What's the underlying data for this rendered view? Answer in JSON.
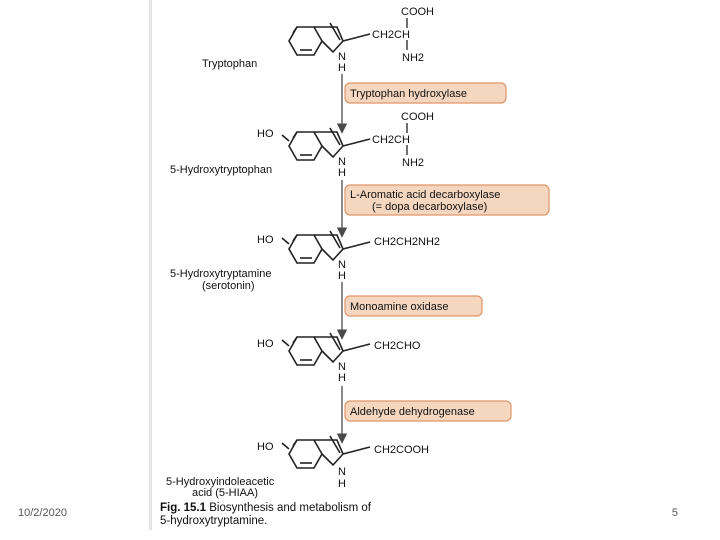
{
  "footer": {
    "date": "10/2/2020",
    "page_number": "5"
  },
  "caption": {
    "label": "Fig. 15.1",
    "line1": "Biosynthesis and metabolism of",
    "line2": "5-hydroxytryptamine."
  },
  "compounds": [
    {
      "name": "Tryptophan",
      "ring_substituent": "",
      "side_chain": "CH2CH",
      "top_group": "COOH",
      "bottom_group": "NH2"
    },
    {
      "name": "5-Hydroxytryptophan",
      "ring_substituent": "HO",
      "side_chain": "CH2CH",
      "top_group": "COOH",
      "bottom_group": "NH2"
    },
    {
      "name": "5-Hydroxytryptamine",
      "name_line2": "(serotonin)",
      "ring_substituent": "HO",
      "side_chain": "CH2CH2NH2"
    },
    {
      "name": "",
      "ring_substituent": "HO",
      "side_chain": "CH2CHO"
    },
    {
      "name": "5-Hydroxyindoleacetic",
      "name_line2": "acid (5-HIAA)",
      "ring_substituent": "HO",
      "side_chain": "CH2COOH"
    }
  ],
  "ring_nitrogen": {
    "n": "N",
    "h": "H"
  },
  "enzymes": [
    {
      "line1": "Tryptophan hydroxylase",
      "line2": ""
    },
    {
      "line1": "L-Aromatic acid decarboxylase",
      "line2": "(= dopa decarboxylase)"
    },
    {
      "line1": "Monoamine oxidase",
      "line2": ""
    },
    {
      "line1": "Aldehyde dehydrogenase",
      "line2": ""
    }
  ],
  "colors": {
    "enzyme_fill": "#f5d7c0",
    "enzyme_border": "#e0956a",
    "arrow": "#4a4a4a"
  }
}
